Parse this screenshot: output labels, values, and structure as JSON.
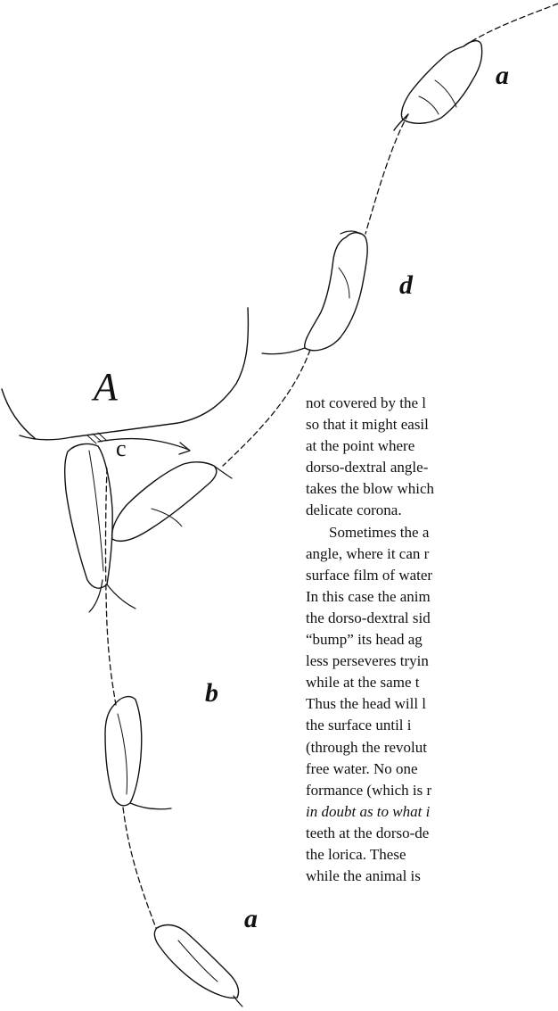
{
  "figure": {
    "labels": {
      "A": "A",
      "a_top": "a",
      "d": "d",
      "c": "c",
      "b": "b",
      "a_bottom": "a"
    }
  },
  "text_lines": [
    "not covered by the l",
    "so that it might easil",
    "at the point where",
    "dorso-dextral angle-",
    "takes the blow which",
    "delicate corona.",
    "Sometimes the a",
    "angle, where it can r",
    "surface film of water",
    "In this case the anim",
    "the dorso-dextral sid",
    "“bump” its head ag",
    "less perseveres tryin",
    "while at the same t",
    "Thus the head will l",
    "the surface until i",
    "(through the revolut",
    "free water. No one",
    "formance (which is r",
    "in doubt as to what i",
    "teeth at the dorso-de",
    "the lorica. These",
    "while the animal is"
  ]
}
